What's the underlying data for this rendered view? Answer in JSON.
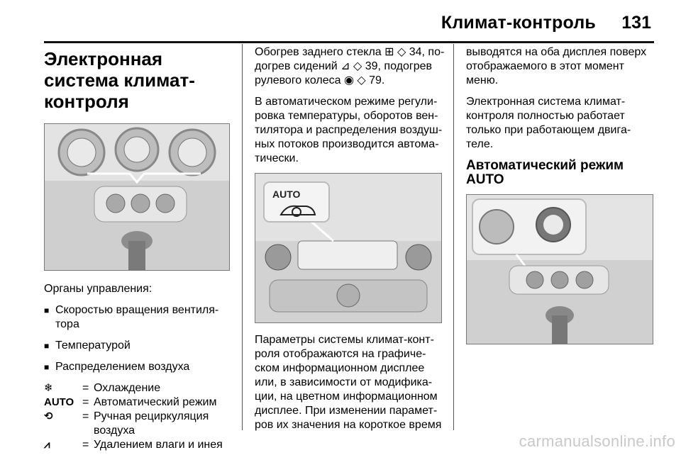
{
  "header": {
    "title": "Климат-контроль",
    "page_number": "131"
  },
  "col1": {
    "heading": "Электронная система климат-контроля",
    "controls_intro": "Органы управления:",
    "bullets": [
      "Скоростью вращения вентиля-тора",
      "Температурой",
      "Распределением воздуха"
    ],
    "legend": [
      {
        "icon": "snowflake-icon",
        "symbol": "❄",
        "eq": "=",
        "text": "Охлаждение"
      },
      {
        "icon": "auto-icon",
        "symbol": "AUTO",
        "eq": "=",
        "text": "Автоматический режим"
      },
      {
        "icon": "recirculation-icon",
        "symbol": "⟲",
        "eq": "=",
        "text": "Ручная рециркуляция воздуха"
      },
      {
        "icon": "defrost-icon",
        "symbol": "⩘",
        "eq": "=",
        "text": "Удалением влаги и инея"
      }
    ]
  },
  "col2": {
    "p1": "Обогрев заднего стекла ⊞ ◇ 34, по-догрев сидений ⊿ ◇ 39, подогрев рулевого колеса ◉ ◇ 79.",
    "p2": "В автоматическом режиме регули-ровка температуры, оборотов вен-тилятора и распределения воздуш-ных потоков производится автома-тически.",
    "auto_label": "AUTO",
    "p3": "Параметры системы климат-конт-роля отображаются на графиче-ском информационном дисплее или, в зависимости от модифика-ции, на цветном информационном дисплее. При изменении парамет-ров их значения на короткое время"
  },
  "col3": {
    "p1": "выводятся на оба дисплея поверх отображаемого в этот момент меню.",
    "p2": "Электронная система климат-контроля полностью работает только при работающем двига-теле.",
    "subheading": "Автоматический режим AUTO"
  },
  "footer": {
    "watermark": "carmanualsonline.info"
  },
  "colors": {
    "photo_bg": "#d8d8d8",
    "rule": "#111111",
    "watermark": "#c9c9c9"
  }
}
